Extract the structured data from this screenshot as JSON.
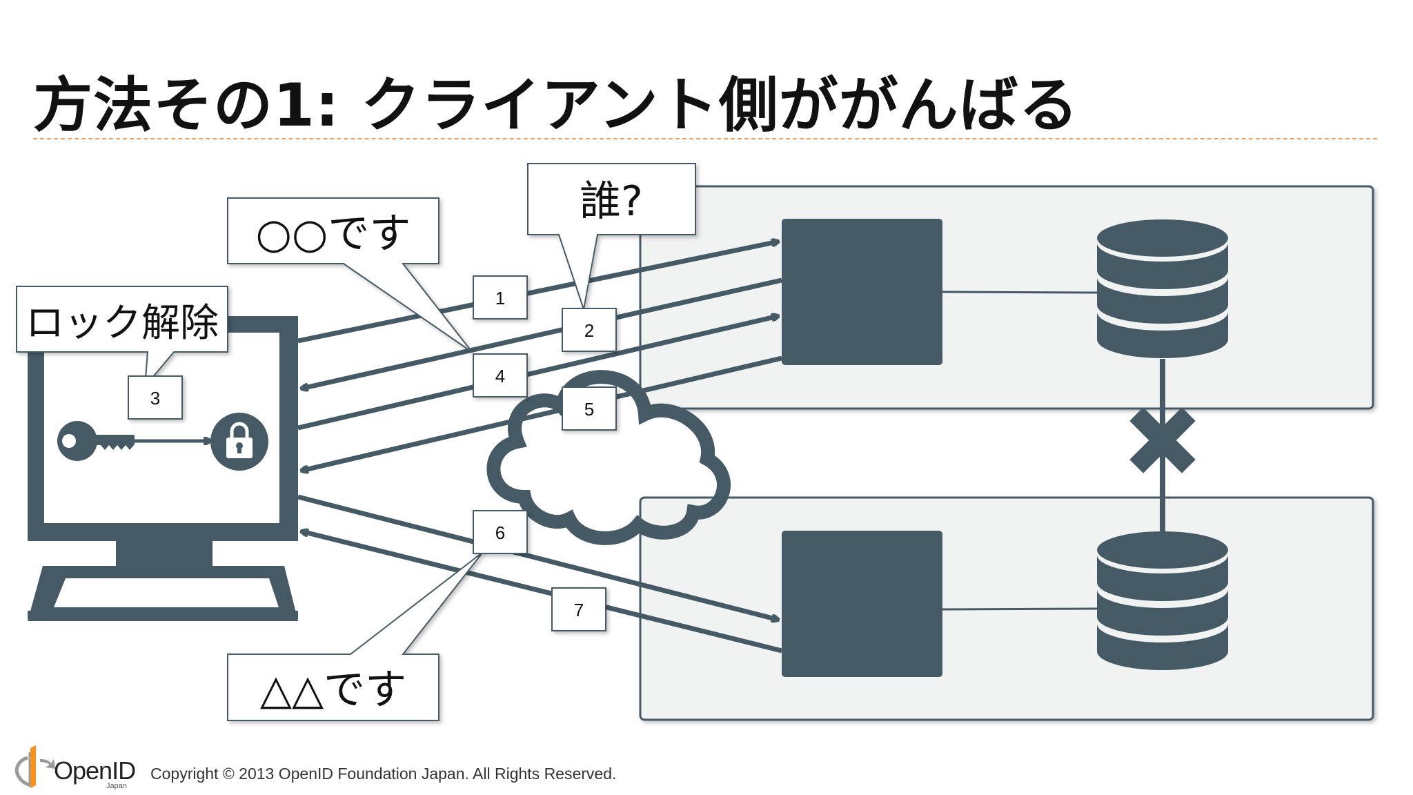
{
  "slide": {
    "title": "方法その1: クライアント側ががんばる"
  },
  "callouts": {
    "iam": "○○です",
    "who": "誰?",
    "unlock": "ロック解除",
    "iam2": "△△です"
  },
  "steps": [
    "1",
    "2",
    "3",
    "4",
    "5",
    "6",
    "7"
  ],
  "footer": {
    "logo": "OpenID",
    "logo_sub": "Japan",
    "copyright": "Copyright © 2013  OpenID Foundation Japan.  All Rights Reserved."
  },
  "colors": {
    "slate": "#455a65",
    "panel_fill": "#f1f2f2",
    "title_rule": "#e8a060",
    "logo_orange": "#f7931e"
  },
  "icons": [
    "computer-icon",
    "key-icon",
    "lock-icon",
    "cloud-icon",
    "server-icon",
    "database-icon",
    "cross-icon",
    "openid-logo-icon"
  ]
}
